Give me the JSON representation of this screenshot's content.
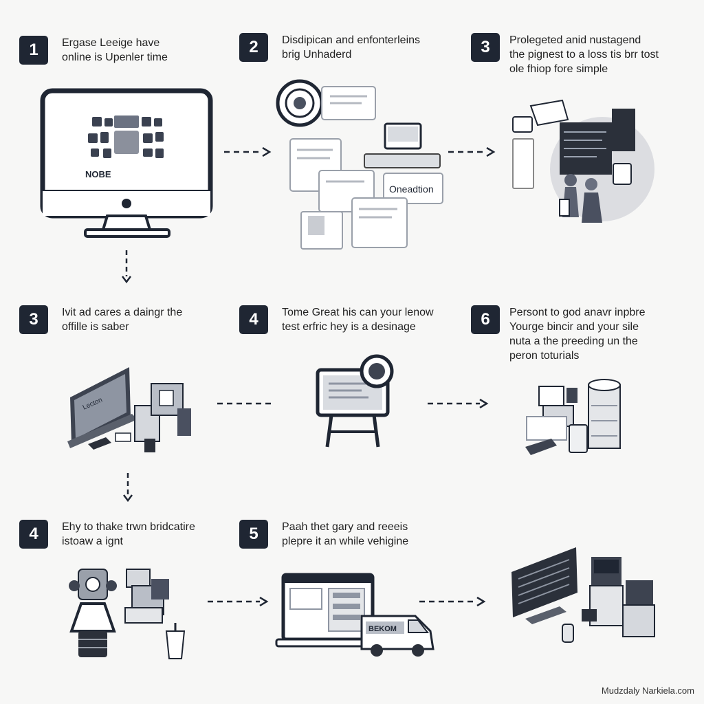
{
  "steps": [
    {
      "number": "1",
      "lines": [
        "Ergase Leeige have",
        "online is Upenler time"
      ]
    },
    {
      "number": "2",
      "lines": [
        "Disdipican and enfonterleins",
        "brig Unhaderd"
      ]
    },
    {
      "number": "3",
      "lines": [
        "Prolegeted anid nustagend",
        "the pignest to a loss tis brr tost",
        "ole fhiop fore  simple"
      ]
    },
    {
      "number": "3",
      "lines": [
        "Ivit ad cares a daingr the",
        "offille is saber"
      ]
    },
    {
      "number": "4",
      "lines": [
        "Tome Great his can your lenow",
        "test erfric hey is a desinage"
      ]
    },
    {
      "number": "6",
      "lines": [
        "Persont to god anavr inpbre",
        "Yourge bincir and your sile",
        "nuta a the preeding un the",
        "peron toturials"
      ]
    },
    {
      "number": "4",
      "lines": [
        "Ehy to thake trwn bridcatire",
        "istoaw a ignt"
      ]
    },
    {
      "number": "5",
      "lines": [
        "Paah thet gary and reeeis",
        "plepre it an while vehigine"
      ]
    }
  ],
  "illustrations": {
    "monitor_screen_text": "NOBE",
    "document_card_text": "Oneadtion",
    "whiteboard_text": "Lecton",
    "van_text": "BEKOM"
  },
  "watermark": "Mudzdaly Narkiela.com",
  "icons": [
    "monitor-icon",
    "documents-icon",
    "control-room-icon",
    "workstation-icon",
    "whiteboard-icon",
    "server-icon",
    "robot-icon",
    "laptop-icon",
    "van-icon",
    "dashboard-icon",
    "arrow-right-icon",
    "arrow-down-icon"
  ],
  "colors": {
    "badge": "#1f2633",
    "ink": "#1e232c",
    "background": "#f7f7f6"
  }
}
